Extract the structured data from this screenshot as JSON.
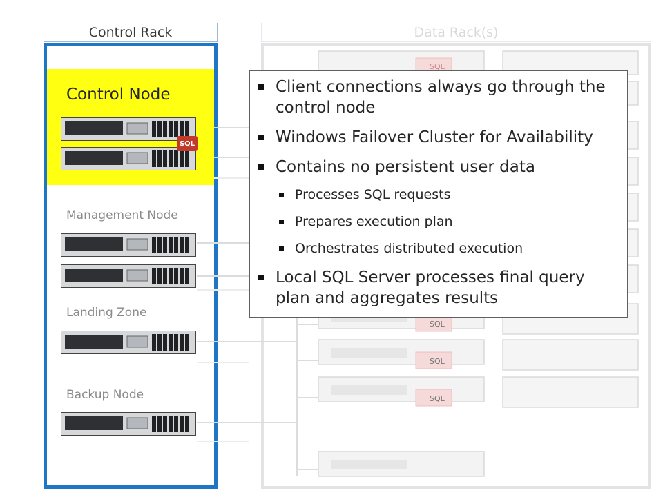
{
  "headers": {
    "control_rack": "Control Rack",
    "data_racks": "Data Rack(s)"
  },
  "labels": {
    "control_node": "Control Node",
    "management_node": "Management Node",
    "landing_zone": "Landing Zone",
    "backup_node": "Backup Node",
    "sql": "SQL"
  },
  "bullets": [
    {
      "level": 1,
      "text": "Client connections always go through the control node"
    },
    {
      "level": 1,
      "text": "Windows Failover Cluster for Availability"
    },
    {
      "level": 1,
      "text": "Contains no persistent user data"
    },
    {
      "level": 2,
      "text": "Processes SQL requests"
    },
    {
      "level": 2,
      "text": "Prepares execution plan"
    },
    {
      "level": 2,
      "text": "Orchestrates distributed execution"
    },
    {
      "level": 1,
      "text": "Local SQL Server processes final query plan and aggregates results"
    }
  ],
  "colors": {
    "rack_border": "#1f76c4",
    "control_highlight": "#ffff11",
    "sql": "#c0392b"
  }
}
